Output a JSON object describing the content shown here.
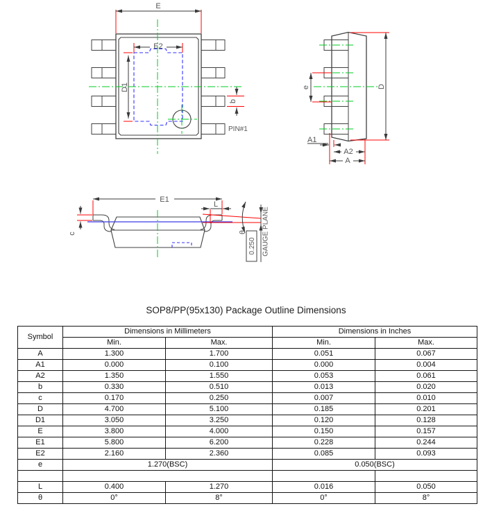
{
  "title": "SOP8/PP(95x130) Package Outline Dimensions",
  "drawing_labels": {
    "top_view": {
      "E": "E",
      "E2": "E2",
      "D1": "D1",
      "b": "b",
      "pin1": "PIN#1"
    },
    "side_view": {
      "e": "e",
      "D": "D",
      "A1": "A1",
      "A2": "A2",
      "A": "A"
    },
    "front_view": {
      "E1": "E1",
      "L": "L",
      "c": "c",
      "theta": "θ",
      "gauge_offset": "0.250",
      "gauge_plane": "GAUGE PLANE"
    }
  },
  "colors": {
    "outline": "#404040",
    "dimension_red": "#ff0000",
    "centerline_green": "#00cc22",
    "detail_blue": "#3030ff",
    "label_gray": "#565656"
  },
  "table": {
    "headers": {
      "symbol": "Symbol",
      "mm_group": "Dimensions in Millimeters",
      "in_group": "Dimensions in Inches",
      "min": "Min.",
      "max": "Max."
    },
    "rows": [
      {
        "symbol": "A",
        "mm_min": "1.300",
        "mm_max": "1.700",
        "in_min": "0.051",
        "in_max": "0.067"
      },
      {
        "symbol": "A1",
        "mm_min": "0.000",
        "mm_max": "0.100",
        "in_min": "0.000",
        "in_max": "0.004"
      },
      {
        "symbol": "A2",
        "mm_min": "1.350",
        "mm_max": "1.550",
        "in_min": "0.053",
        "in_max": "0.061"
      },
      {
        "symbol": "b",
        "mm_min": "0.330",
        "mm_max": "0.510",
        "in_min": "0.013",
        "in_max": "0.020"
      },
      {
        "symbol": "c",
        "mm_min": "0.170",
        "mm_max": "0.250",
        "in_min": "0.007",
        "in_max": "0.010"
      },
      {
        "symbol": "D",
        "mm_min": "4.700",
        "mm_max": "5.100",
        "in_min": "0.185",
        "in_max": "0.201"
      },
      {
        "symbol": "D1",
        "mm_min": "3.050",
        "mm_max": "3.250",
        "in_min": "0.120",
        "in_max": "0.128"
      },
      {
        "symbol": "E",
        "mm_min": "3.800",
        "mm_max": "4.000",
        "in_min": "0.150",
        "in_max": "0.157"
      },
      {
        "symbol": "E1",
        "mm_min": "5.800",
        "mm_max": "6.200",
        "in_min": "0.228",
        "in_max": "0.244"
      },
      {
        "symbol": "E2",
        "mm_min": "2.160",
        "mm_max": "2.360",
        "in_min": "0.085",
        "in_max": "0.093"
      },
      {
        "symbol": "e",
        "mm_span": "1.270(BSC)",
        "in_span": "0.050(BSC)"
      },
      {
        "symbol": "",
        "mm_span": "",
        "in_min": "",
        "in_max": ""
      },
      {
        "symbol": "L",
        "mm_min": "0.400",
        "mm_max": "1.270",
        "in_min": "0.016",
        "in_max": "0.050"
      },
      {
        "symbol": "θ",
        "mm_min": "0°",
        "mm_max": "8°",
        "in_min": "0°",
        "in_max": "8°"
      }
    ]
  }
}
